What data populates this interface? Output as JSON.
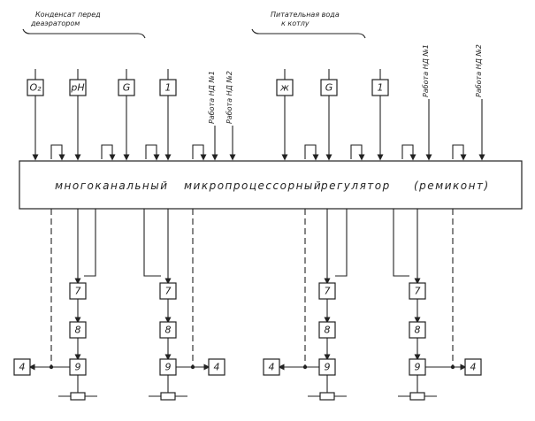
{
  "headers": {
    "left_line1": "Конденсат перед",
    "left_line2": "деаэратором",
    "right_line1": "Питательная вода",
    "right_line2": "к котлу"
  },
  "inputs": {
    "o2": "O₂",
    "ph": "pH",
    "g1": "G",
    "one1": "1",
    "work_nd1_left": "Работа НД №1",
    "work_nd2_left": "Работа НД №2",
    "chi": "ж",
    "g2": "G",
    "one2": "1",
    "work_nd1_right": "Работа НД №1",
    "work_nd2_right": "Работа НД №2"
  },
  "controller": {
    "word1": "многоканальный",
    "word2": "микропроцессорный",
    "word3": "регулятор",
    "word4": "(ремиконт)"
  },
  "chain": {
    "b7": "7",
    "b8": "8",
    "b9": "9",
    "b4": "4"
  }
}
